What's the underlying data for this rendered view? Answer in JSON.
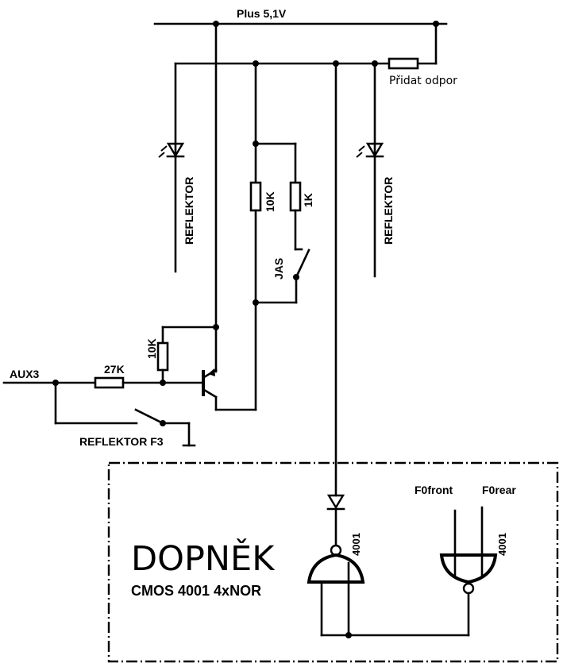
{
  "diagram": {
    "type": "electronic-schematic",
    "labels": {
      "supply": "Plus 5,1V",
      "add_resistor": "Přidat odpor",
      "led_left": "REFLEKTOR",
      "led_right": "REFLEKTOR",
      "r_10k_a": "10K",
      "r_1k": "1K",
      "switch_jas": "JAS",
      "r_10k_b": "10K",
      "r_27k": "27K",
      "aux": "AUX3",
      "switch_f3": "REFLEKTOR F3",
      "addon_title": "DOPNĚK",
      "addon_subtitle": "CMOS 4001 4xNOR",
      "input_front": "F0front",
      "input_rear": "F0rear",
      "gate_a_part": "4001",
      "gate_b_part": "4001"
    },
    "components": [
      {
        "id": "R_add",
        "kind": "resistor",
        "label": "Přidat odpor"
      },
      {
        "id": "LED1",
        "kind": "led",
        "label": "REFLEKTOR"
      },
      {
        "id": "LED2",
        "kind": "led",
        "label": "REFLEKTOR"
      },
      {
        "id": "R1",
        "kind": "resistor",
        "value": "10K"
      },
      {
        "id": "R2",
        "kind": "resistor",
        "value": "1K"
      },
      {
        "id": "SW_JAS",
        "kind": "switch",
        "label": "JAS"
      },
      {
        "id": "R3",
        "kind": "resistor",
        "value": "10K"
      },
      {
        "id": "R4",
        "kind": "resistor",
        "value": "27K"
      },
      {
        "id": "Q1",
        "kind": "pnp-transistor"
      },
      {
        "id": "SW_F3",
        "kind": "switch",
        "label": "REFLEKTOR F3"
      },
      {
        "id": "D1",
        "kind": "diode"
      },
      {
        "id": "U1A",
        "kind": "nor-gate",
        "part": "4001"
      },
      {
        "id": "U1B",
        "kind": "nor-gate",
        "part": "4001"
      }
    ]
  }
}
